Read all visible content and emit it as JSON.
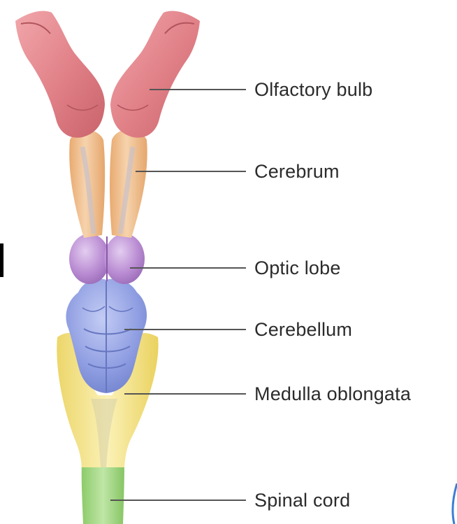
{
  "labels": {
    "olfactory_bulb": "Olfactory bulb",
    "cerebrum": "Cerebrum",
    "optic_lobe": "Optic lobe",
    "cerebellum": "Cerebellum",
    "medulla_oblongata": "Medulla oblongata",
    "spinal_cord": "Spinal cord"
  },
  "colors": {
    "olfactory_bulb": "#e48a8f",
    "cerebrum": "#eebd8c",
    "optic_lobe": "#b88bd0",
    "cerebellum": "#8d9de0",
    "medulla_oblongata": "#f3e38a",
    "spinal_cord": "#a8d98a",
    "leader_line": "#555555"
  }
}
